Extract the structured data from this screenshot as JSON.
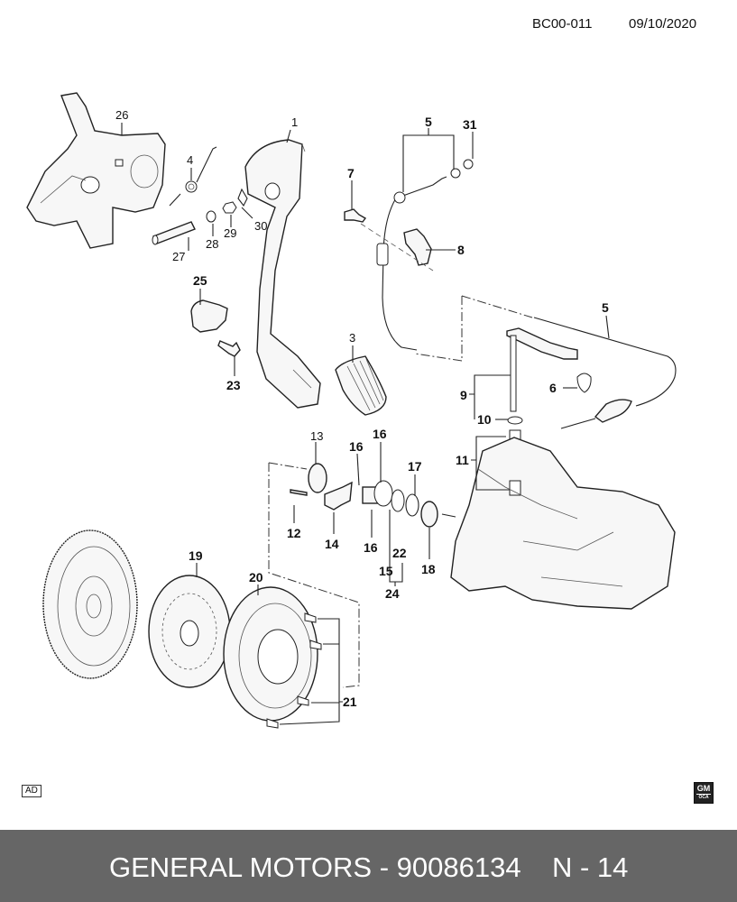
{
  "header": {
    "diagram_code": "BC00-011",
    "date": "09/10/2020"
  },
  "callouts": [
    {
      "id": "1",
      "bold": false
    },
    {
      "id": "3",
      "bold": false
    },
    {
      "id": "4",
      "bold": false
    },
    {
      "id": "5",
      "bold": true
    },
    {
      "id": "5b",
      "text": "5",
      "bold": true
    },
    {
      "id": "6",
      "bold": true
    },
    {
      "id": "7",
      "bold": true
    },
    {
      "id": "8",
      "bold": true
    },
    {
      "id": "9",
      "bold": true
    },
    {
      "id": "10",
      "bold": true
    },
    {
      "id": "11",
      "bold": true
    },
    {
      "id": "12",
      "bold": true
    },
    {
      "id": "13",
      "bold": false
    },
    {
      "id": "14",
      "bold": true
    },
    {
      "id": "15",
      "bold": true
    },
    {
      "id": "16",
      "bold": true
    },
    {
      "id": "17",
      "bold": true
    },
    {
      "id": "18",
      "bold": true
    },
    {
      "id": "19",
      "bold": true
    },
    {
      "id": "20",
      "bold": true
    },
    {
      "id": "21",
      "bold": true
    },
    {
      "id": "22",
      "bold": true
    },
    {
      "id": "23",
      "bold": true
    },
    {
      "id": "24",
      "bold": true
    },
    {
      "id": "25",
      "bold": true
    },
    {
      "id": "26",
      "bold": false
    },
    {
      "id": "27",
      "bold": false
    },
    {
      "id": "28",
      "bold": false
    },
    {
      "id": "29",
      "bold": false
    },
    {
      "id": "30",
      "bold": false
    },
    {
      "id": "31",
      "bold": true
    }
  ],
  "labels": {
    "l1": "1",
    "l3": "3",
    "l4": "4",
    "l5": "5",
    "l5b": "5",
    "l6": "6",
    "l7": "7",
    "l8": "8",
    "l9": "9",
    "l10": "10",
    "l11": "11",
    "l12": "12",
    "l13": "13",
    "l14": "14",
    "l15": "15",
    "l16a": "16",
    "l16b": "16",
    "l16c": "16",
    "l17": "17",
    "l18": "18",
    "l19": "19",
    "l20": "20",
    "l21": "21",
    "l22": "22",
    "l23": "23",
    "l24": "24",
    "l25": "25",
    "l26": "26",
    "l27": "27",
    "l28": "28",
    "l29": "29",
    "l30": "30",
    "l31": "31"
  },
  "badges": {
    "ad": "AD",
    "gm_logo": "GM",
    "gm_logo_sub": "OCA"
  },
  "footer": {
    "title": "GENERAL MOTORS - 90086134",
    "page": "N - 14"
  },
  "colors": {
    "footer_bg": "#666666",
    "footer_text": "#ffffff"
  }
}
